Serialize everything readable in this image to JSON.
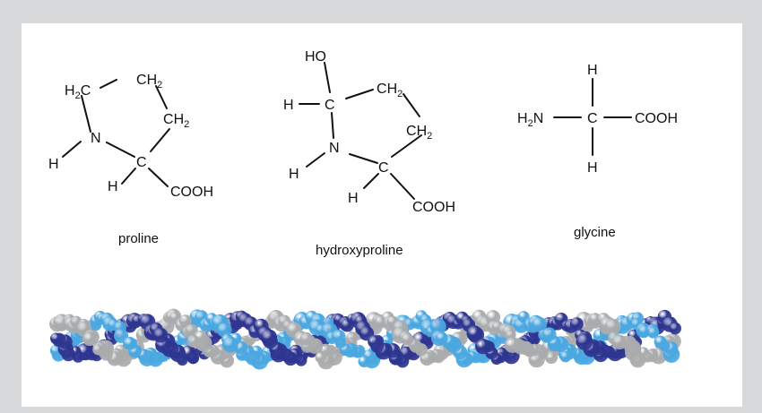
{
  "colors": {
    "page_background": "#d8d9db",
    "panel_background": "#ffffff",
    "helix_dark_blue": "#2e3590",
    "helix_light_blue": "#4aa7e0",
    "helix_gray": "#a9abad"
  },
  "molecules": [
    {
      "id": "proline",
      "caption": "proline",
      "atoms": {
        "h2c": "H2C",
        "ch2_top": "CH2",
        "ch2_right": "CH2",
        "n": "N",
        "h_n": "H",
        "c_alpha": "C",
        "h_c": "H",
        "cooh": "COOH"
      }
    },
    {
      "id": "hydroxyproline",
      "caption": "hydroxyproline",
      "atoms": {
        "ho": "HO",
        "h_left": "H",
        "c_top": "C",
        "ch2_top": "CH2",
        "ch2_right": "CH2",
        "n": "N",
        "h_n": "H",
        "c_alpha": "C",
        "h_c": "H",
        "cooh": "COOH"
      }
    },
    {
      "id": "glycine",
      "caption": "glycine",
      "atoms": {
        "h_top": "H",
        "h2n": "H2N",
        "c": "C",
        "cooh": "COOH",
        "h_bottom": "H"
      }
    }
  ],
  "illustration": {
    "subject": "collagen-triple-helix-space-filling-model"
  }
}
